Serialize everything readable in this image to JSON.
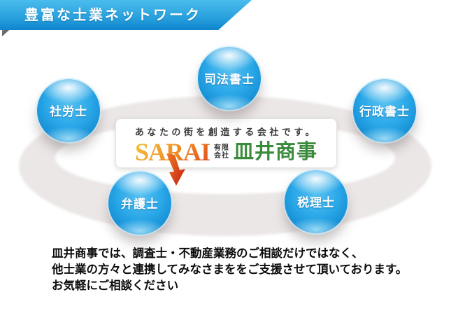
{
  "banner": {
    "title": "豊富な士業ネットワーク"
  },
  "network": {
    "nodes": [
      {
        "id": "shihoshoshi",
        "label": "司法書士"
      },
      {
        "id": "sharoushi",
        "label": "社労士"
      },
      {
        "id": "gyoseishoshi",
        "label": "行政書士"
      },
      {
        "id": "bengoshi",
        "label": "弁護士"
      },
      {
        "id": "zeirishi",
        "label": "税理士"
      }
    ]
  },
  "logo": {
    "tagline": "あなたの街を創造する会社です。",
    "brand": "SARAI",
    "company_type_line1": "有限",
    "company_type_line2": "会社",
    "company_name": "皿井商事"
  },
  "description": {
    "line1": "皿井商事では、調査士・不動産業務のご相談だけではなく、",
    "line2": "他士業の方々と連携してみなさまををご支援させて頂いております。",
    "line3": "お気軽にご相談ください"
  },
  "colors": {
    "banner_blue_top": "#4abced",
    "banner_blue_bottom": "#0e85cd",
    "ball_blue": "#2aa8e8",
    "ring_gray": "#ece7e7",
    "company_green": "#3a8b3c",
    "brand_orange_start": "#f6c33a",
    "brand_red_end": "#e1491f",
    "arrow_red": "#d6341f"
  }
}
